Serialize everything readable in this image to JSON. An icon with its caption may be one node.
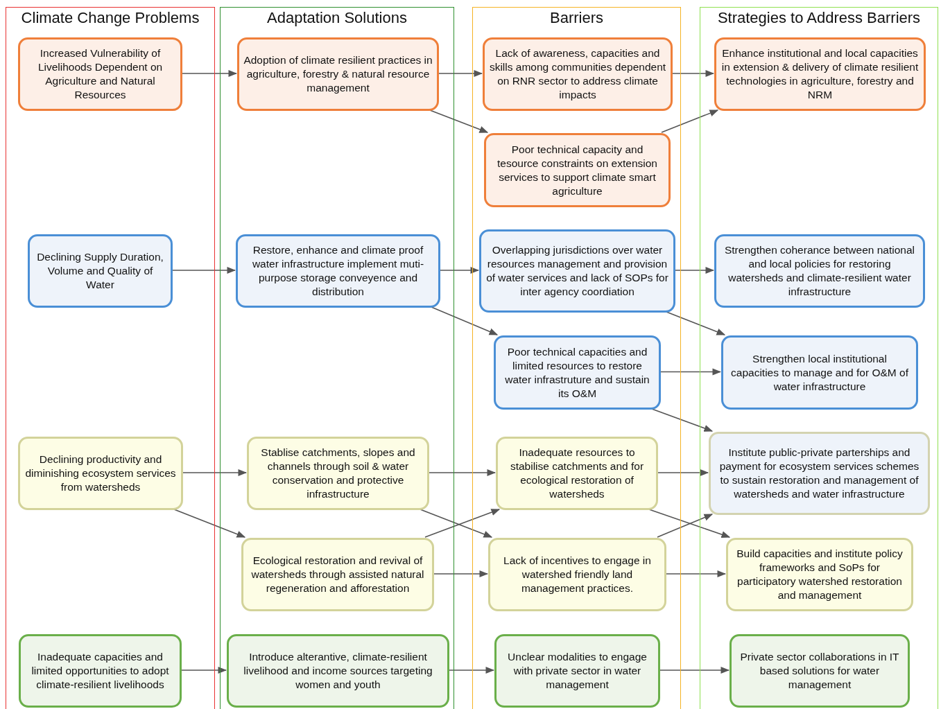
{
  "diagram": {
    "nodes": [
      {
        "text": [
          "Climate Change Problems"
        ]
      },
      {
        "text": [
          "Adaptation Solutions"
        ]
      },
      {
        "text": [
          "Barriers"
        ]
      },
      {
        "text": [
          "Strategies to Address Barriers"
        ]
      },
      {
        "text": [
          "Increased Vulnerability of Livelihoods Dependent on Agriculture and Natural Resources"
        ],
        "in": 0
      },
      {
        "text": [
          "Adoption of climate resilient practices in agriculture, forestry & natural resource management"
        ],
        "in": 1
      },
      {
        "text": [
          "Lack of awareness, capacities and skills among communities dependent on RNR sector to address climate impacts"
        ],
        "in": 2
      },
      {
        "text": [
          "Enhance institutional and local capacities in extension & delivery of climate resilient technologies in agriculture, forestry and NRM"
        ],
        "in": 3
      },
      {
        "text": [
          "Poor technical capacity and tesource constraints on extension services to support climate smart agriculture"
        ],
        "in": 2
      },
      {
        "text": [
          "Declining Supply Duration, Volume and Quality of Water"
        ],
        "in": 0
      },
      {
        "text": [
          "Restore, enhance and climate proof water infrastructure implement muti-purpose storage conveyence and distribution"
        ],
        "in": 1
      },
      {
        "text": [
          "Overlapping jurisdictions over water resources management and provision of water services and lack of SOPs for inter agency coordiation"
        ],
        "in": 2
      },
      {
        "text": [
          "Strengthen coherance between national and local policies for restoring watersheds and climate-resilient water infrastructure"
        ],
        "in": 3
      },
      {
        "text": [
          "Poor technical capacities and limited resources to restore water infrastruture and sustain its O&M"
        ],
        "in": 2
      },
      {
        "text": [
          "Strengthen local institutional capacities to manage and for O&M of water infrastructure"
        ],
        "in": 3
      },
      {
        "text": [
          "Declining productivity and diminishing ecosystem services from watersheds"
        ],
        "in": 0
      },
      {
        "text": [
          "Stablise catchments, slopes and channels through soil & water conservation and protective infrastructure"
        ],
        "in": 1
      },
      {
        "text": [
          "Inadequate resources to stabilise catchments and for ecological restoration of watersheds"
        ],
        "in": 2
      },
      {
        "text": [
          "Institute public-private parterships and payment for ecosystem services schemes to sustain restoration and management of watersheds and water infrastructure"
        ],
        "in": 3
      },
      {
        "text": [
          "Ecological restoration and revival of watersheds through assisted natural regeneration and afforestation"
        ],
        "in": 1
      },
      {
        "text": [
          "Lack of incentives to engage in watershed friendly land management practices."
        ],
        "in": 2
      },
      {
        "text": [
          "Build capacities and institute policy frameworks and SoPs for participatory watershed restoration and  management"
        ],
        "in": 3
      },
      {
        "text": [
          "Inadequate capacities and limited opportunities to adopt climate-resilient livelihoods"
        ],
        "in": 0
      },
      {
        "text": [
          "Introduce alterantive, climate-resilient livelihood and income sources targeting women and youth"
        ],
        "in": 1
      },
      {
        "text": [
          "Unclear modalities to engage with private sector in water management"
        ],
        "in": 2
      },
      {
        "text": [
          "Private sector collaborations in IT based solutions for water management"
        ],
        "in": 3
      }
    ],
    "edges": [
      {
        "from": 4,
        "to": 5,
        "arrow": "to"
      },
      {
        "from": 5,
        "to": 6,
        "arrow": "to"
      },
      {
        "from": 6,
        "to": 7,
        "arrow": "to"
      },
      {
        "from": 5,
        "to": 8,
        "arrow": "to"
      },
      {
        "from": 8,
        "to": 7,
        "arrow": "to"
      },
      {
        "from": 9,
        "to": 10,
        "arrow": "to"
      },
      {
        "from": 10,
        "to": 11,
        "arrow": "to"
      },
      {
        "from": 11,
        "to": 12,
        "arrow": "to"
      },
      {
        "from": 10,
        "to": 13,
        "arrow": "to"
      },
      {
        "from": 11,
        "to": 14,
        "arrow": "to"
      },
      {
        "from": 13,
        "to": 14,
        "arrow": "to"
      },
      {
        "from": 13,
        "to": 18,
        "arrow": "to"
      },
      {
        "from": 15,
        "to": 16,
        "arrow": "to"
      },
      {
        "from": 16,
        "to": 17,
        "arrow": "to"
      },
      {
        "from": 17,
        "to": 18,
        "arrow": "to"
      },
      {
        "from": 15,
        "to": 19,
        "arrow": "to"
      },
      {
        "from": 16,
        "to": 20,
        "arrow": "to"
      },
      {
        "from": 19,
        "to": 17,
        "arrow": "to"
      },
      {
        "from": 19,
        "to": 20,
        "arrow": "to"
      },
      {
        "from": 17,
        "to": 21,
        "arrow": "to"
      },
      {
        "from": 20,
        "to": 18,
        "arrow": "to"
      },
      {
        "from": 20,
        "to": 21,
        "arrow": "to"
      },
      {
        "from": 22,
        "to": 23,
        "arrow": "to"
      },
      {
        "from": 23,
        "to": 24,
        "arrow": "to"
      },
      {
        "from": 24,
        "to": 25,
        "arrow": "to"
      }
    ]
  }
}
